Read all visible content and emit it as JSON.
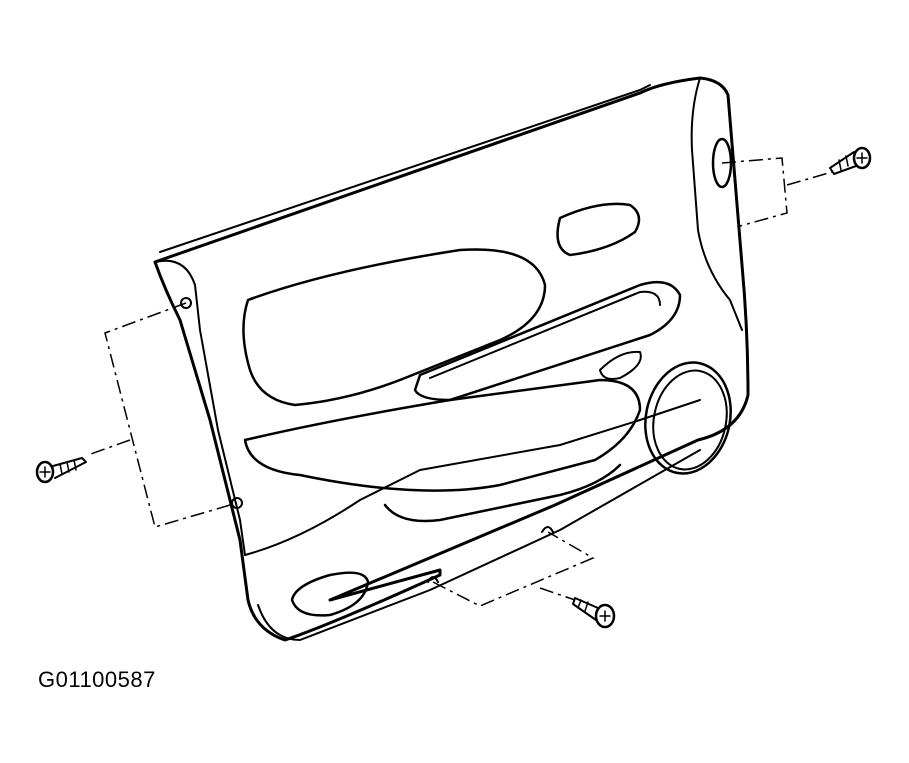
{
  "figure": {
    "code": "G01100587"
  },
  "illustration": {
    "subject": "door-trim-panel",
    "fasteners": [
      "screw",
      "screw",
      "screw"
    ]
  },
  "colors": {
    "line": "#000000",
    "background": "#ffffff"
  }
}
